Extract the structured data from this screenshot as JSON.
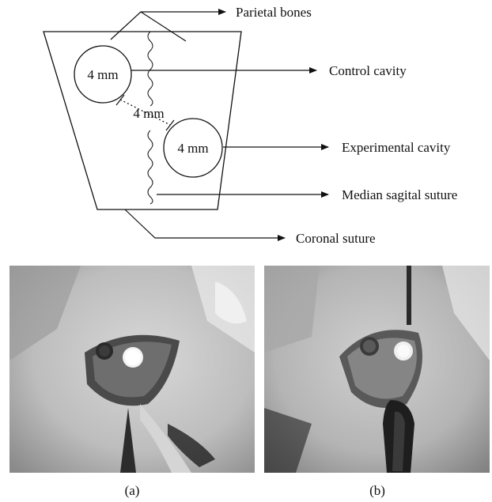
{
  "diagram": {
    "labels": {
      "parietal_bones": "Parietal bones",
      "control_cavity": "Control cavity",
      "experimental_cavity": "Experimental cavity",
      "median_sagital_suture": "Median sagital suture",
      "coronal_suture": "Coronal suture"
    },
    "cavity_control_size": "4 mm",
    "cavity_experimental_size": "4 mm",
    "spacing": "4 mm"
  },
  "photos": [
    {
      "caption": "(a)"
    },
    {
      "caption": "(b)"
    }
  ]
}
